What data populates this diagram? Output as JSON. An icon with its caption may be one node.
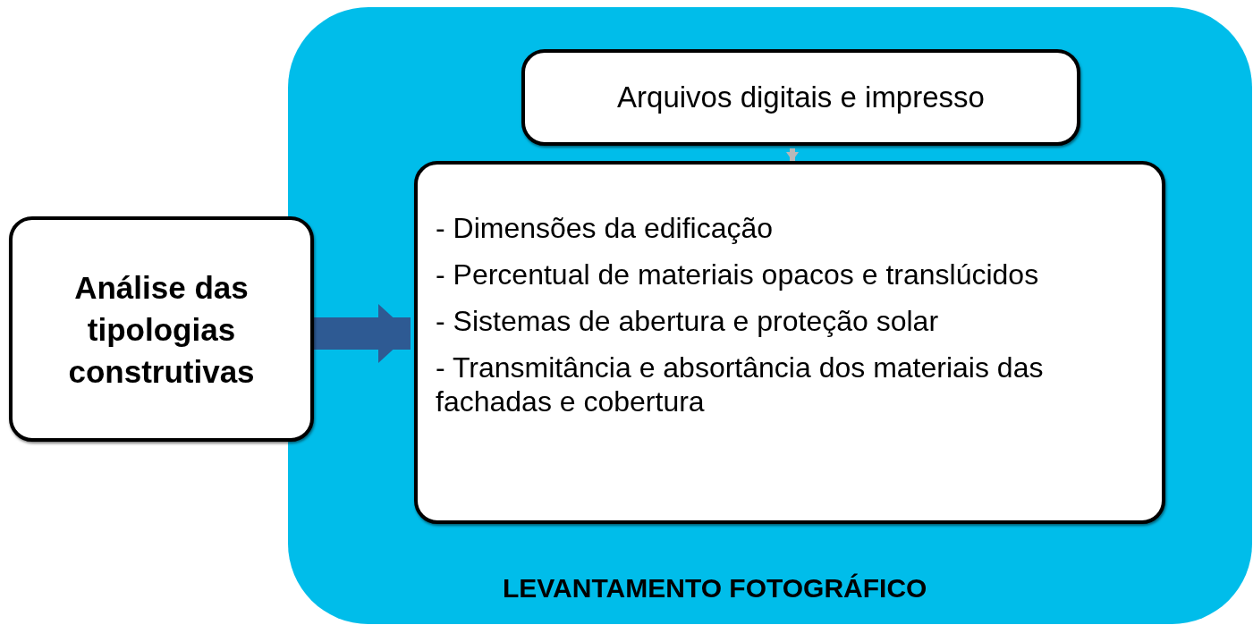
{
  "diagram": {
    "nodes": [
      {
        "text": [
          "Análise das tipologias construtivas"
        ]
      },
      {
        "text": [
          "LEVANTAMENTO FOTOGRÁFICO"
        ]
      },
      {
        "text": [
          "Arquivos digitais e impresso"
        ],
        "in": 1
      },
      {
        "text": [
          "- Dimensões da edificação",
          "- Percentual de materiais opacos e translúcidos",
          "- Sistemas de abertura e proteção solar",
          "- Transmitância e absortância dos materiais das fachadas e cobertura"
        ],
        "in": 1
      }
    ],
    "edges": [
      {
        "from": 0,
        "to": 3,
        "arrow": "to",
        "style": "thick",
        "color": "#2e5a93"
      },
      {
        "from": 2,
        "to": 3,
        "arrow": "to",
        "color": "#b8b8b8"
      }
    ]
  }
}
